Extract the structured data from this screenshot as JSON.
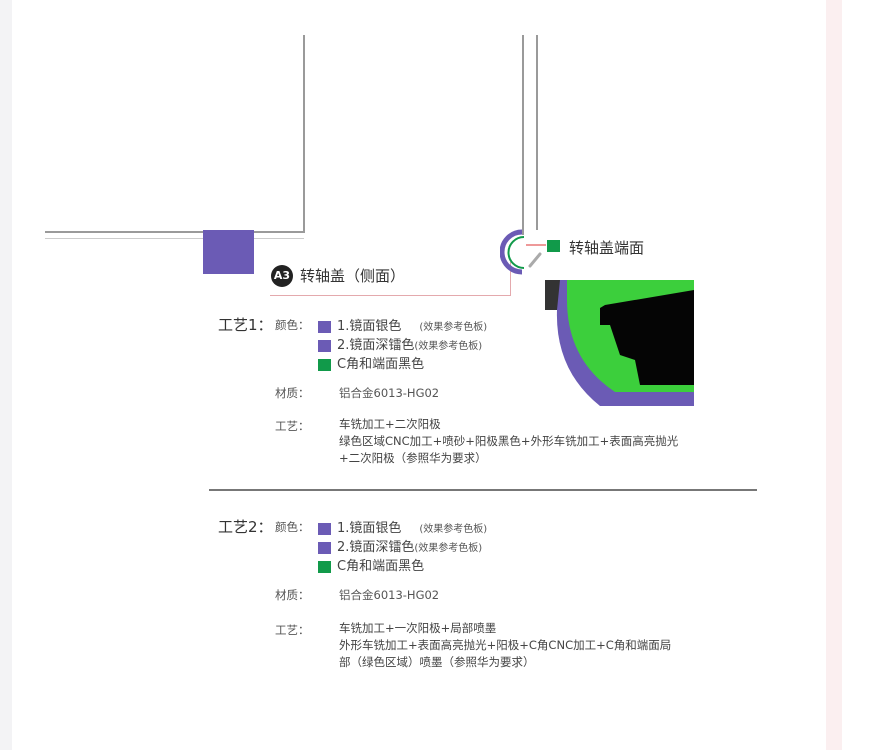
{
  "colors": {
    "purple": "#6b5bb5",
    "green": "#119a4a",
    "pinkline": "#e4a9ad"
  },
  "callout": {
    "badge": "A3",
    "title": "转轴盖（侧面）",
    "end_label": "转轴盖端面"
  },
  "processes": [
    {
      "title": "工艺1：",
      "color_label": "颜色：",
      "colors": [
        {
          "text": "1.镜面银色",
          "note": "(效果参考色板)",
          "swatch": "purple"
        },
        {
          "text": "2.镜面深镭色",
          "note": "(效果参考色板)",
          "swatch": "purple"
        },
        {
          "text": "C角和端面黑色",
          "note": "",
          "swatch": "green"
        }
      ],
      "material_label": "材质：",
      "material": "铝合金6013-HG02",
      "process_label": "工艺：",
      "process_lines": [
        "车铣加工+二次阳极",
        "绿色区域CNC加工+喷砂+阳极黑色+外形车铣加工+表面高亮抛光",
        "+二次阳极（参照华为要求）"
      ]
    },
    {
      "title": "工艺2：",
      "color_label": "颜色：",
      "colors": [
        {
          "text": "1.镜面银色",
          "note": "(效果参考色板)",
          "swatch": "purple"
        },
        {
          "text": "2.镜面深镭色",
          "note": "(效果参考色板)",
          "swatch": "purple"
        },
        {
          "text": "C角和端面黑色",
          "note": "",
          "swatch": "green"
        }
      ],
      "material_label": "材质：",
      "material": "铝合金6013-HG02",
      "process_label": "工艺：",
      "process_lines": [
        "车铣加工+一次阳极+局部喷墨",
        "外形车铣加工+表面高亮抛光+阳极+C角CNC加工+C角和端面局",
        "部（绿色区域）喷墨（参照华为要求）"
      ]
    }
  ]
}
